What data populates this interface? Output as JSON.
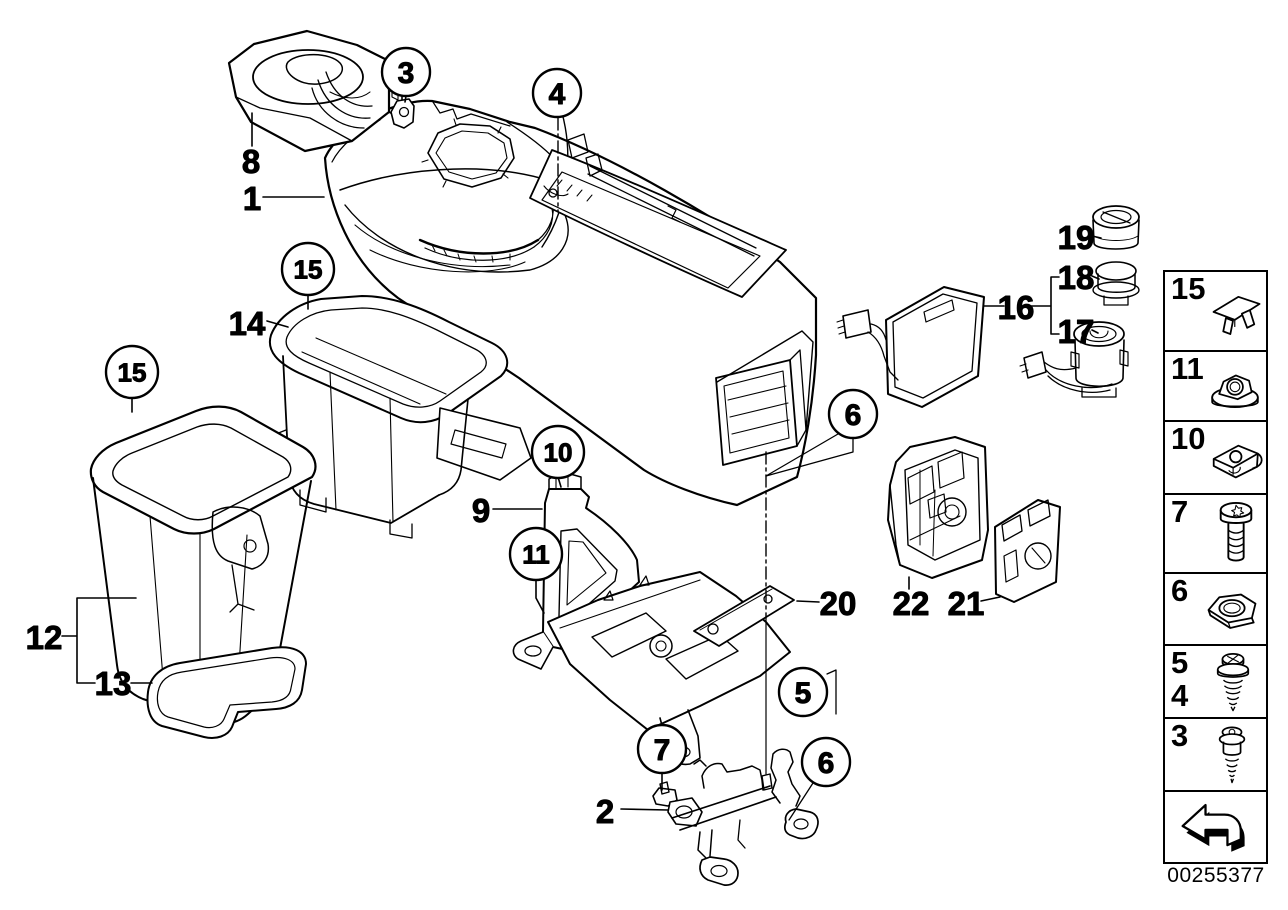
{
  "diagram": {
    "drawing_number": "00255377",
    "callouts": [
      {
        "label": "3",
        "style": "circled"
      },
      {
        "label": "4",
        "style": "circled"
      },
      {
        "label": "8",
        "style": "plain"
      },
      {
        "label": "1",
        "style": "plain"
      },
      {
        "label": "15",
        "style": "circled"
      },
      {
        "label": "14",
        "style": "plain"
      },
      {
        "label": "15",
        "style": "circled"
      },
      {
        "label": "19",
        "style": "plain"
      },
      {
        "label": "18",
        "style": "plain"
      },
      {
        "label": "16",
        "style": "plain"
      },
      {
        "label": "17",
        "style": "plain"
      },
      {
        "label": "6",
        "style": "circled"
      },
      {
        "label": "10",
        "style": "circled"
      },
      {
        "label": "9",
        "style": "plain"
      },
      {
        "label": "11",
        "style": "circled"
      },
      {
        "label": "12",
        "style": "plain"
      },
      {
        "label": "13",
        "style": "plain"
      },
      {
        "label": "20",
        "style": "plain"
      },
      {
        "label": "22",
        "style": "plain"
      },
      {
        "label": "21",
        "style": "plain"
      },
      {
        "label": "5",
        "style": "circled"
      },
      {
        "label": "7",
        "style": "circled"
      },
      {
        "label": "6",
        "style": "circled"
      },
      {
        "label": "2",
        "style": "plain"
      }
    ],
    "legend": {
      "items": [
        {
          "number": "15",
          "icon": "retaining-clip"
        },
        {
          "number": "11",
          "icon": "flange-nut"
        },
        {
          "number": "10",
          "icon": "clip-nut"
        },
        {
          "number": "7",
          "icon": "fillister-head-screw"
        },
        {
          "number": "6",
          "icon": "hex-nut"
        },
        {
          "number": "5",
          "number2": "4",
          "icon": "combination-screw"
        },
        {
          "number": "3",
          "icon": "combination-screw-pointed"
        },
        {
          "number": "",
          "icon": "direction-arrow"
        }
      ]
    }
  }
}
